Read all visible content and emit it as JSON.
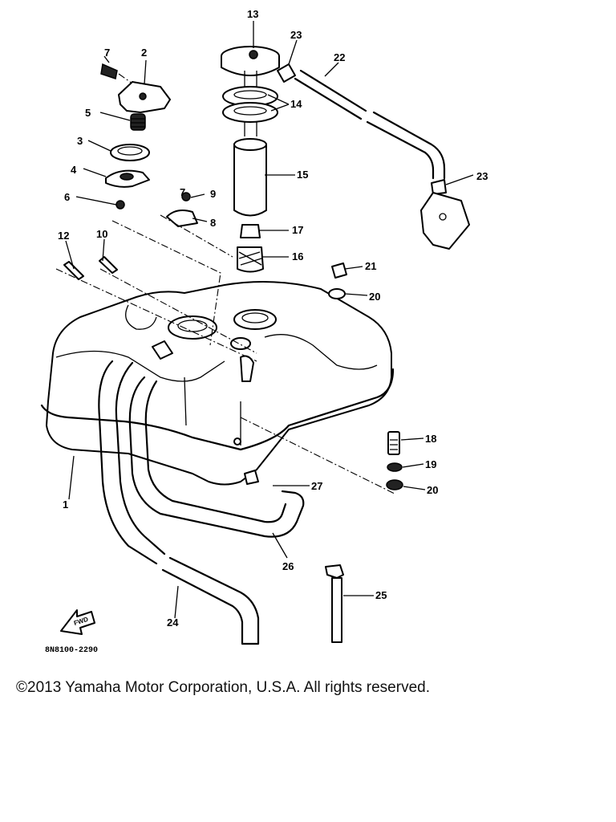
{
  "diagram": {
    "part_code": "8N8100-2290",
    "fwd_label": "FWD",
    "callouts": {
      "c1": "1",
      "c2": "2",
      "c3": "3",
      "c4": "4",
      "c5": "5",
      "c6": "6",
      "c7a": "7",
      "c7b": "7",
      "c8": "8",
      "c9": "9",
      "c10": "10",
      "c12": "12",
      "c13": "13",
      "c14": "14",
      "c15": "15",
      "c16": "16",
      "c17": "17",
      "c18": "18",
      "c19": "19",
      "c20a": "20",
      "c20b": "20",
      "c21": "21",
      "c22": "22",
      "c23a": "23",
      "c23b": "23",
      "c24": "24",
      "c25": "25",
      "c26": "26",
      "c27": "27"
    }
  },
  "footer": {
    "copyright": "©2013 Yamaha Motor Corporation, U.S.A. All rights reserved."
  }
}
